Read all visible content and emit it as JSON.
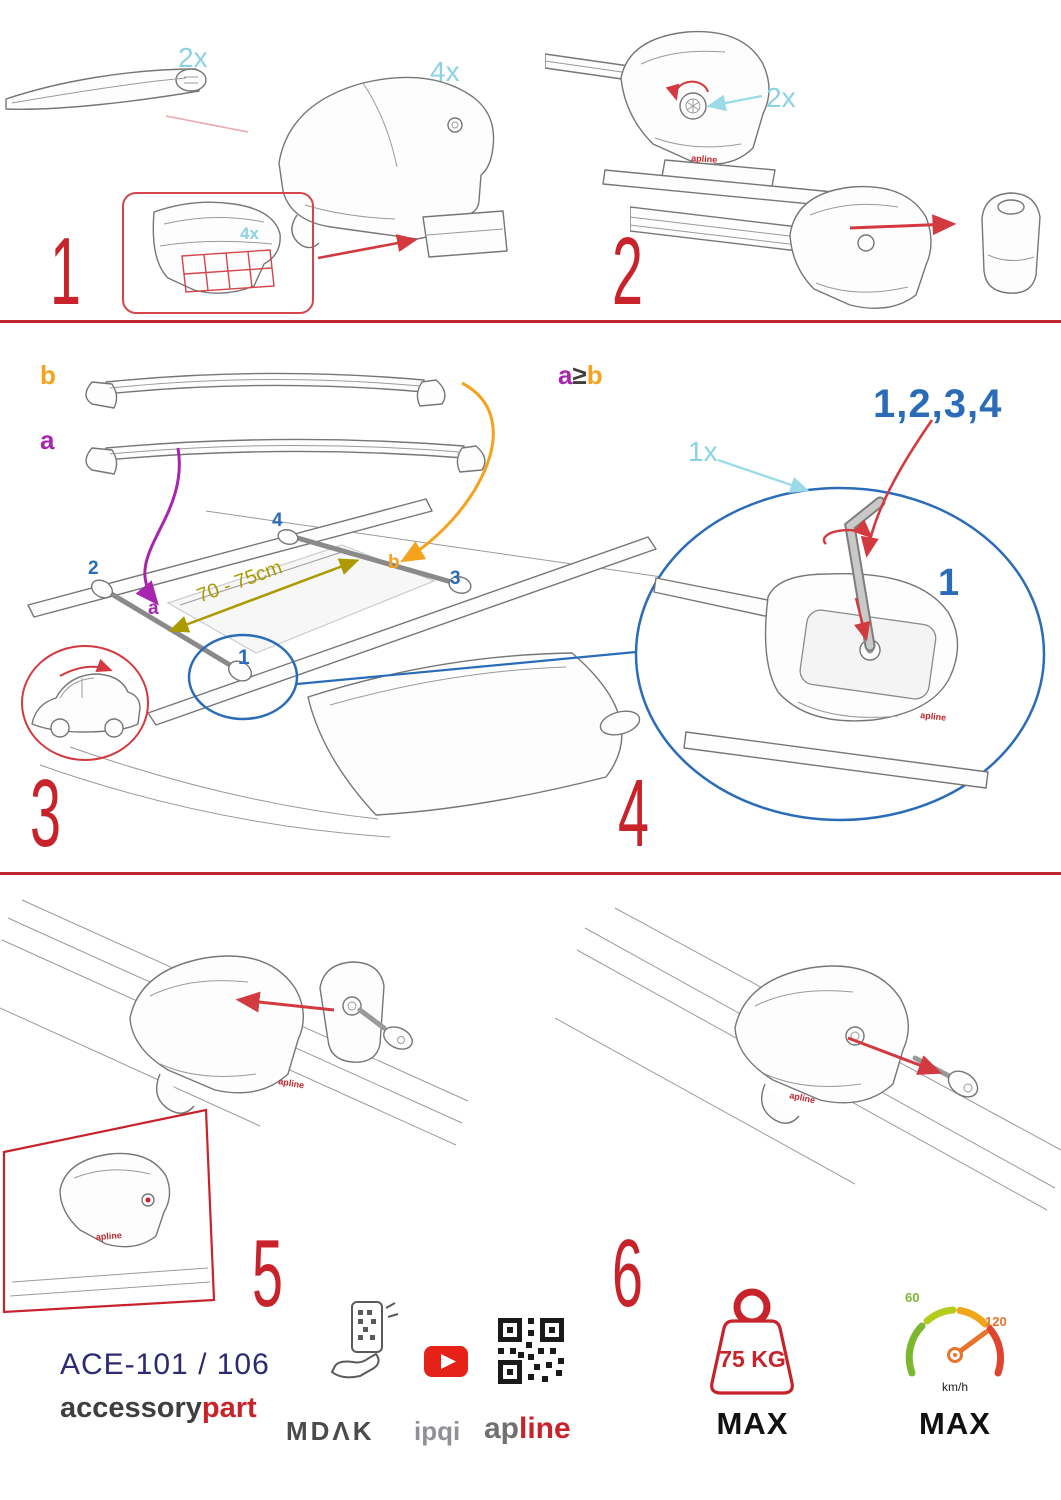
{
  "steps": {
    "one": {
      "num": "1",
      "qty_bar": "2x",
      "qty_foot": "4x",
      "qty_pads": "4x"
    },
    "two": {
      "num": "2",
      "qty_bolts": "2x"
    },
    "three": {
      "num": "3",
      "bar_label_b": "b",
      "bar_label_a": "a",
      "roof_pos_2": "2",
      "roof_pos_4": "4",
      "roof_pos_3": "3",
      "roof_pos_1": "1",
      "roof_label_a": "a",
      "roof_label_b": "b",
      "distance": "70 - 75cm"
    },
    "four": {
      "num": "4",
      "relation_a": "a",
      "relation_op": "≥",
      "relation_b": "b",
      "tighten_order": "1,2,3,4",
      "qty_key": "1x",
      "detail_pos": "1"
    },
    "five": {
      "num": "5"
    },
    "six": {
      "num": "6"
    }
  },
  "brand": {
    "badge": "apline"
  },
  "footer": {
    "model": "ACE-101 / 106",
    "brand_gray": "accessory",
    "brand_red": "part",
    "logo_mdak": "MDΛK",
    "logo_ipqi": "ipqi",
    "logo_ap": "ap",
    "logo_line": "line",
    "weight_value": "75 KG",
    "weight_max": "MAX",
    "speed_low": "60",
    "speed_high": "120",
    "speed_unit": "km/h",
    "speed_max": "MAX"
  },
  "colors": {
    "step_red": "#c8232b",
    "qty_cyan": "#8ad2e4",
    "accent_blue": "#2b6cb8",
    "accent_purple": "#a826ad",
    "accent_orange": "#f5a21d",
    "measure_olive": "#ab9a00",
    "model_navy": "#2e2a70",
    "youtube_red": "#e62117"
  }
}
